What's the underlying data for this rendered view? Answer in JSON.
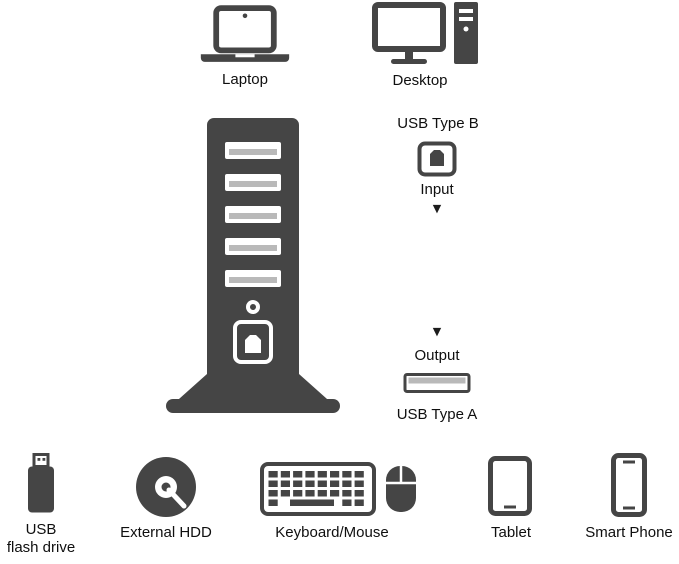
{
  "colors": {
    "icon_dark": "#454545",
    "port_inner": "#b9b9b9",
    "text": "#0f0f0f",
    "background": "#ffffff"
  },
  "hosts": {
    "laptop": {
      "label": "Laptop",
      "icon": "laptop-icon"
    },
    "desktop": {
      "label": "Desktop",
      "icon": "desktop-icon"
    }
  },
  "hub": {
    "icon": "usb-hub-tower-icon",
    "input": {
      "port_label": "USB Type B",
      "label": "Input",
      "arrow": "▼",
      "icon": "usb-type-b-icon"
    },
    "output": {
      "label": "Output",
      "port_label": "USB Type A",
      "arrow": "▼",
      "icon": "usb-type-a-icon"
    }
  },
  "peripherals": {
    "flash_drive": {
      "label_line1": "USB",
      "label_line2": "flash drive",
      "icon": "usb-flash-drive-icon"
    },
    "external_hdd": {
      "label": "External HDD",
      "icon": "external-hdd-icon"
    },
    "keyboard_mouse": {
      "label": "Keyboard/Mouse",
      "icons": [
        "keyboard-icon",
        "mouse-icon"
      ]
    },
    "tablet": {
      "label": "Tablet",
      "icon": "tablet-icon"
    },
    "smart_phone": {
      "label": "Smart Phone",
      "icon": "smart-phone-icon"
    }
  }
}
